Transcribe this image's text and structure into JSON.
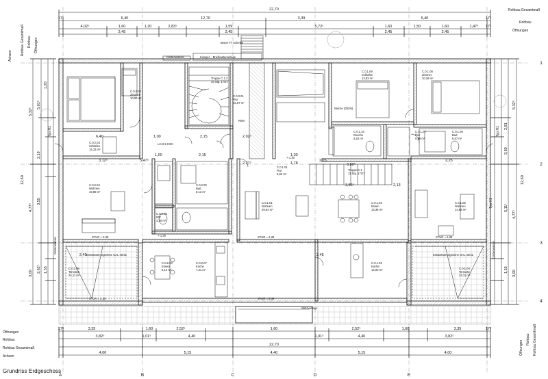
{
  "title": "Grundriss Erdgeschoss",
  "dims_top": {
    "total": "22,70",
    "row1": [
      "17⁵",
      "6,40",
      "12,70",
      "3,39",
      "6,40",
      "17⁵"
    ],
    "row2": [
      "4,02⁵",
      "1,60",
      "1,20",
      "2,83⁵",
      "1,59",
      "5,72⁵",
      "1,60",
      "1,50",
      "1,60",
      "1,47⁵",
      "17⁵"
    ],
    "row3": [
      "2,45",
      "2,45",
      "2,45",
      "2,45"
    ],
    "right_labels": [
      "Rohbau Gesamtmaß",
      "Rohbau",
      "Öffnungen"
    ]
  },
  "dims_left": {
    "labels": [
      "Achsen",
      "Rohbau Gesamtmaß",
      "Rohbau",
      "Öffnungen"
    ],
    "values": [
      "5,32⁵",
      "12,60",
      "4,77⁵",
      "3,00",
      "5,01⁵",
      "2,19",
      "3,55",
      "1,20",
      "2,62⁵",
      "1,55"
    ]
  },
  "dims_right": {
    "values": [
      "5,32⁵",
      "12,60",
      "4,77⁵",
      "3,00",
      "3,60",
      "2,81",
      "5,11⁵",
      "1,55"
    ],
    "labels": [
      "Typ H1",
      "Typ H1",
      "Typ H1"
    ]
  },
  "dims_bottom": {
    "labels": [
      "Öffnungen",
      "Rohbau",
      "Rohbau Gesamtmaß",
      "Achsen"
    ],
    "right_labels": [
      "Öffnungen",
      "Rohbau",
      "Rohbau Gesamtmaß"
    ],
    "row1": [
      "3,35",
      "1,60",
      "2,52⁵",
      "1,60",
      "2,52⁵",
      "1,60",
      "3,35"
    ],
    "row2": [
      "3,82⁵",
      "1,01⁵",
      "4,40",
      "1,01⁵",
      "4,40",
      "3,82⁵"
    ],
    "total": "22,70",
    "axes": [
      "4,00",
      "5,15",
      "4,40",
      "5,15",
      "4,00"
    ],
    "side": [
      "17⁵",
      "17⁵"
    ]
  },
  "axes_letters": [
    "A",
    "B",
    "C",
    "D",
    "E"
  ],
  "axes_numbers": [
    "1",
    "2",
    "3",
    "4"
  ],
  "rooms": {
    "zimmer_l": {
      "name": "C.0.2.02",
      "label": "Zimmer",
      "area": "10,83 m²"
    },
    "schlafen_l": {
      "name": "C.0.2.03",
      "label": "Schlafen",
      "area": "15,33 m²"
    },
    "wohnen_l": {
      "name": "C.0.2.04",
      "label": "Wohnen",
      "area": "19,88 m²"
    },
    "bad_l": {
      "name": "C.0.2.06",
      "label": "Bad",
      "area": "8,13 m²"
    },
    "wc_l": {
      "name": "C.0.2.05",
      "label": "WC",
      "area": "3,20 m²"
    },
    "essen_l": {
      "name": "C.0.2.04",
      "label": "Essen",
      "area": "9,14 m²"
    },
    "kuche_l": {
      "name": "C.0.2.07",
      "label": "Küche",
      "area": "7,31 m²"
    },
    "terrasse_l": {
      "name": "C.0.2.08",
      "label": "Terrasse",
      "area": "24,11 m²"
    },
    "flur_c": {
      "name": "C.0.1.01",
      "label": "Flur",
      "area": "9,93 m²"
    },
    "wohnen_c": {
      "name": "C.0.1.01",
      "label": "Wohnen",
      "area": "29,54 m²"
    },
    "essen_c": {
      "name": "C.0.1.02",
      "label": "Essen",
      "area": "13,36 m²"
    },
    "kuche_c": {
      "name": "C.0.1.03",
      "label": "Küche",
      "area": "14,00 m²"
    },
    "schlafen_r": {
      "name": "C.0.1.09",
      "label": "Schlafen",
      "area": "13,93 m²"
    },
    "zimmer_r": {
      "name": "C.0.1.08",
      "label": "Zimmer",
      "area": "10,26 m²"
    },
    "dusche_r": {
      "name": "C.0.1.10",
      "label": "Dusche",
      "area": "5,52 m²"
    },
    "flur_r": {
      "name": "C.0.1.07",
      "label": "Flur",
      "area": "5,89 m²"
    },
    "bad_r": {
      "name": "C.0.1.06",
      "label": "Bad",
      "area": "6,57 m²"
    },
    "wohnen_r": {
      "name": "C.0.1.05",
      "label": "Wohnen",
      "area": "14,98 m²"
    },
    "terrasse_r": {
      "name": "C.0.1.04",
      "label": "Terrasse",
      "area": "24,11 m²"
    },
    "treppe_top": {
      "name": "Treppe C.1.2",
      "label": "16 Stg. 17/27",
      "area": ""
    },
    "treppe_bot": {
      "name": "Treppe C.1",
      "label": "11 Stg. 17/27",
      "area": ""
    },
    "flur_stair": {
      "name": "C.0.0.01",
      "label": "Flur",
      "area": "16,57 m²"
    }
  },
  "notes": {
    "balcony_top": "Beton Ff. Scheibe",
    "entrance": "Kiesgel. - Briefkastenanlage",
    "garten_top": "Gartenwasser",
    "garten_l": "Gartenwasser",
    "garten_r": "Gartenwasser",
    "entwasser_l": "Entwässerungsrinne GAL 40/42",
    "entwasser_r": "Entwässerungsrinne GAL 40/42",
    "sturz_l": "STUR = 2,39",
    "sturz_l2": "STUR = 2,39",
    "sturz_r": "STUR = 2,38",
    "sturz_c": "STUR = 2,39",
    "sturz_c2": "STUR = 2,39",
    "schuerz": "Stützvorlage",
    "hgk": "Lm 0,5 HGK",
    "nische": "Nische (DE05)",
    "rwa": "RWA",
    "level_a": "+-1,30",
    "level_b": "+-1,30"
  },
  "inner_dims": [
    "6,40",
    "2,15",
    "1,00",
    "2,02⁵",
    "1,30",
    "1,00",
    "3,12⁵",
    "5,47⁵",
    "2,15",
    "2,27⁵",
    "1,78",
    "2,13",
    "2,25",
    "2,45",
    "2,45",
    "3,86⁵",
    "3,80⁵",
    "2,25"
  ],
  "colors": {
    "line": "#111111",
    "grid": "#9a9a9a",
    "hatch": "#7a7a7a"
  }
}
